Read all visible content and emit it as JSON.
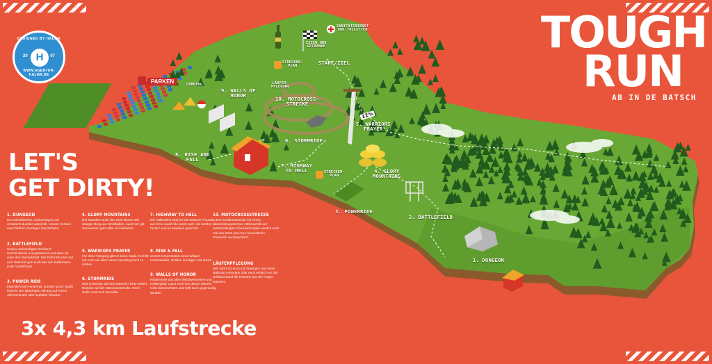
{
  "brand": {
    "word1": "TOUGH",
    "word2": "RUN",
    "tagline": "AB IN DE BATSCH"
  },
  "badge": {
    "top_text": "DESIGNED BY HALMA",
    "bottom_text": "WWW.AGENTUR-HALMA.DE",
    "year_left": "20",
    "year_right": "07",
    "core": "H"
  },
  "slogan": {
    "line1": "LET'S",
    "line2": "GET DIRTY!"
  },
  "distance": "3x 4,3 km Laufstrecke",
  "map": {
    "labels": {
      "parken": "PARKEN",
      "camping": "CAMPING",
      "walls_of_honor": "9. WALLS OF\nHONOR",
      "motocross": "10. MOTOCROSS-\nSTRECKE",
      "stormride": "6. STORMRIDE",
      "rise_and_fall": "8. RISE AND\nFALL",
      "highway_to_hell": "7. HIGHWAY\nTO HELL",
      "warriors_prayer": "5. WARRIORS\nPRAYER",
      "glory_mountains": "4. GLORY\nMOUNTAINS",
      "powerride": "3. POWERRIDE",
      "battlefield": "2. BATTLEFIELD",
      "dungeon": "1. DUNGEON",
      "start_ziel": "START/ZIEL",
      "essen": "ESSEN UND\nGETRÄNKE",
      "sanitaet": "SANITÄTSDIENST\nUND TOILETTEN",
      "streckenplan_1": "STRECKEN-\nPLAN",
      "streckenplan_2": "STRECKEN-\nPLAN",
      "laeuferpflegung": "LÄUFER-\nPFLEGUNG",
      "grade": "12%"
    }
  },
  "legend": [
    {
      "title": "1. DUNGEON",
      "body": "Ein unterirdisches, schlammiges und verdammt dunkles Labyrinth. Unsere Version einer biblisch dreckigen Geisterbahn."
    },
    {
      "title": "2. BATTLEFIELD",
      "body": "Unsere aufwendigste Schikane: Hochhindernis, Hangelstrecke und dann ab unter den Stacheldraht. Der Drill Instructor und sein Team bringen euch hier auf Vordermann (oder Vorderfrau)!"
    },
    {
      "title": "3. POWER RIDE",
      "body": "Eigentlich kein Hindernis, sondern purer Spaß! Rutscht den glitschigen Abhang auf eurem Allerwertesten oder kopfüber hinunter."
    },
    {
      "title": "4. GLORY MOUNTAINS",
      "body": "Der Klassiker unter den Mud-Races: Die riesigen Berg aus Strohballen. Auch hier gilt: Gemeinsam geht alles viel einfacher."
    },
    {
      "title": "5. WARRIORS PRAYER",
      "body": "Für diese Steigung gibt es keine Skala. Da hilft nur noch auf allen Vieren den Berg hoch zu robben."
    },
    {
      "title": "6. STORMRIDE",
      "body": "Was ist besser als eine Rutsche? Eine weitere Rutsche auf der Motocrossstrecke. Noch steiler und noch schneller."
    },
    {
      "title": "7. HIGHWAY TO HELL",
      "body": "Die Höllenfahrt sind bei Sie bessere Freunde auf Arme Land! Alle kennt nach, sie werden Federn und es bewirken gesichtet ..."
    },
    {
      "title": "8. RISE & FALL",
      "body": "Unsere Interpretation eines luftigen Hürdenlaufes. Größer, dreckiger und dreist!"
    },
    {
      "title": "9. WALLS OF HONOR",
      "body": "Hindernisse aus alten Wandwersteinen und Heldenpfad. Lasst euch von diesen Mauern nicht einschüchtern und helft euch gegenseitig darüber."
    },
    {
      "title": "10. MOTOCROSSSTRECKE",
      "body": "1,5km Schlammstrecke mit einem abwechslungsreichen Höhenprofil und wetterbedingten Überraschungen werden noch mal das letzte aus euch herausholen. Körperlich und psychisch."
    },
    {
      "title": "LÄUFERPFLEGUNG",
      "body": "Hier könnt ihr euch mit Flüssigem und fester Nahrung versorgen oder euch einfach nur den Schlammsand die Krümme aus den Augen waschen."
    }
  ],
  "colors": {
    "background": "#e8553a",
    "grass": "#6aa836",
    "grass_dark": "#4d8a22",
    "soil": "#8a5a2c",
    "tree": "#215c1e",
    "white": "#ffffff"
  }
}
